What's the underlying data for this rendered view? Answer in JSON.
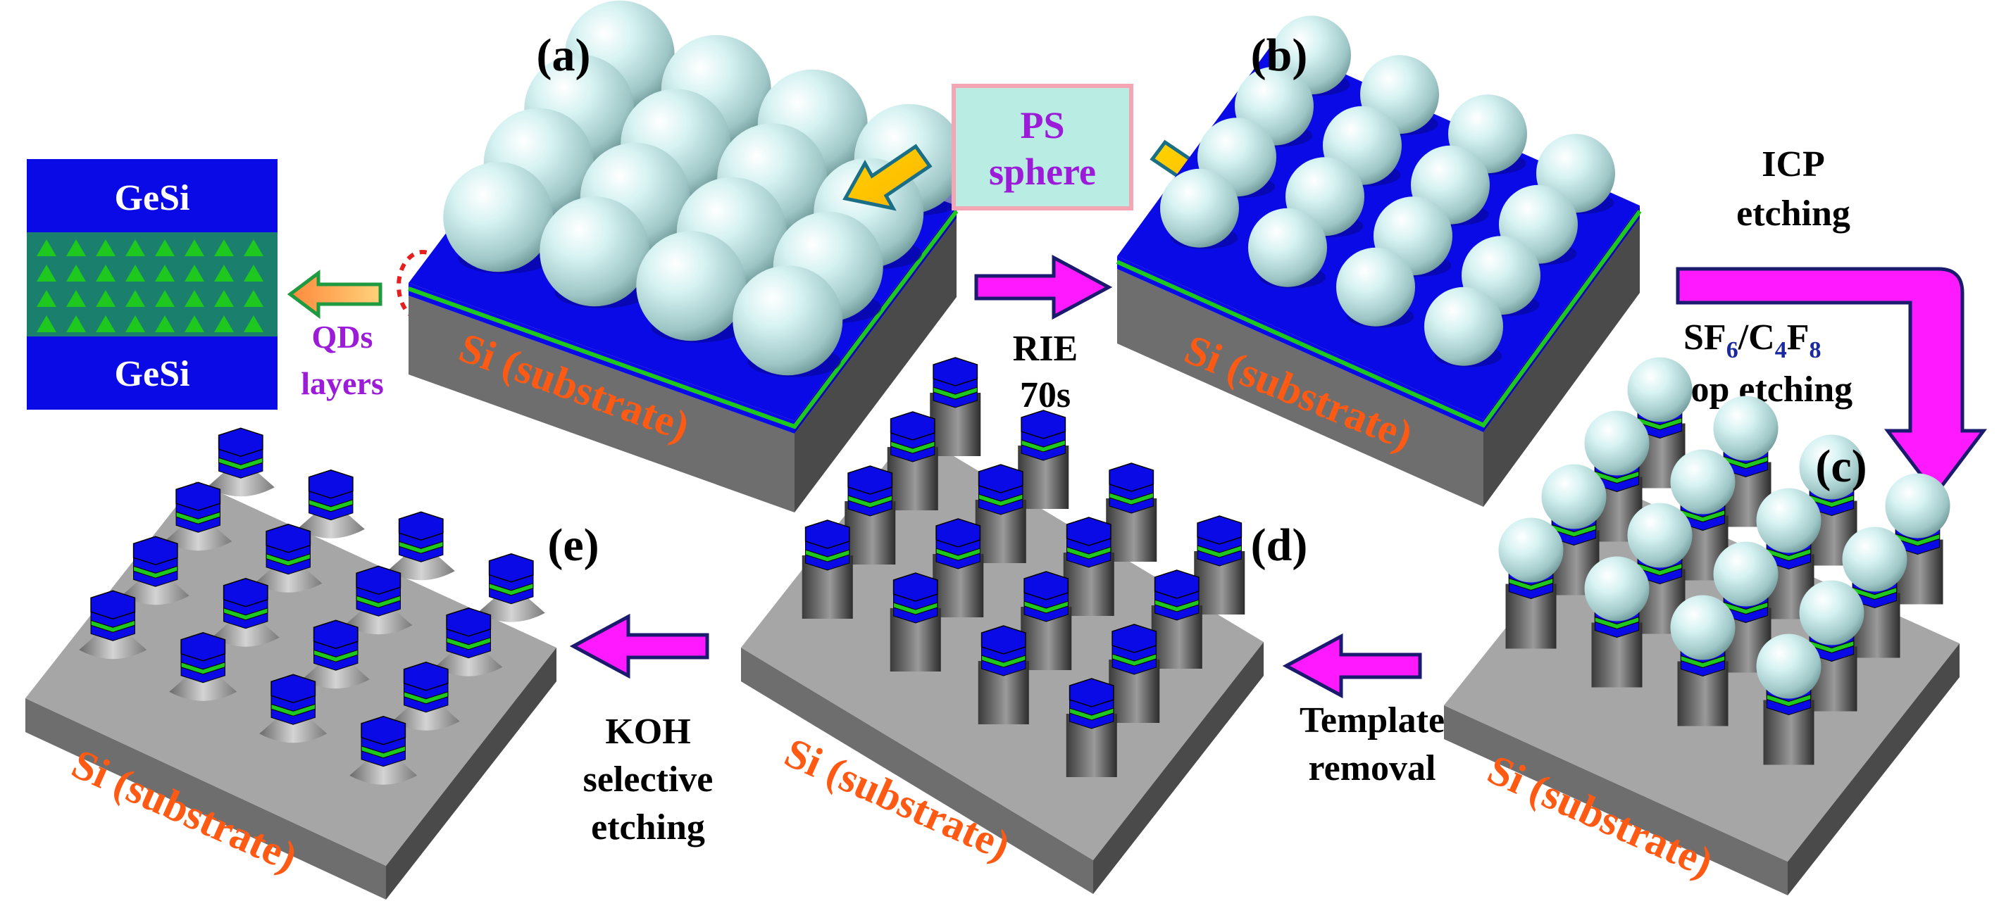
{
  "panels": {
    "a": "(a)",
    "b": "(b)",
    "c": "(c)",
    "d": "(d)",
    "e": "(e)"
  },
  "inset": {
    "top_layer": "GeSi",
    "bottom_layer": "GeSi",
    "caption_line1": "QDs",
    "caption_line2": "layers"
  },
  "callout": {
    "line1": "PS",
    "line2": "sphere"
  },
  "substrate_label": "Si (substrate)",
  "steps": {
    "rie_line1": "RIE",
    "rie_line2": "70s",
    "icp_line1": "ICP",
    "icp_line2": "etching",
    "loop_sf": "SF",
    "loop_sub1": "6",
    "loop_slash_c": "/C",
    "loop_sub2": "4",
    "loop_f": "F",
    "loop_sub3": "8",
    "loop_line2": "loop etching",
    "template_line1": "Template",
    "template_line2": "removal",
    "koh_line1": "KOH",
    "koh_line2": "selective",
    "koh_line3": "etching"
  },
  "colors": {
    "blue_layer": "#0a0ae6",
    "green_layer": "#1ec81e",
    "substrate_front": "#6e6e6e",
    "substrate_top": "#a6a6a6",
    "sphere": "#c5ecec",
    "arrow_magenta": "#ff19ff",
    "label_orange": "#ff5a14",
    "caption_purple": "#9b1bd9",
    "callout_fill": "#b9ece3"
  }
}
